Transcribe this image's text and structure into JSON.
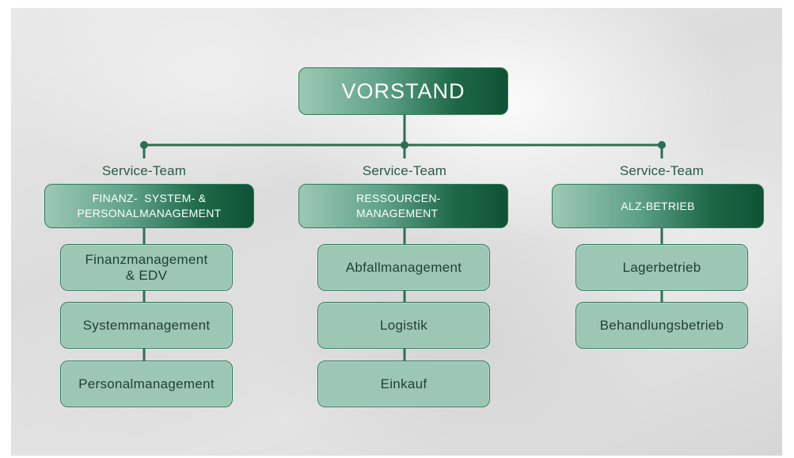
{
  "top": {
    "label": "VORSTAND"
  },
  "teams": [
    {
      "caption": "Service-Team",
      "title_line1": "FINANZ-  SYSTEM- &",
      "title_line2": "PERSONALMANAGEMENT",
      "units": [
        {
          "line1": "Finanzmanagement",
          "line2": "& EDV"
        },
        {
          "line1": "Systemmanagement"
        },
        {
          "line1": "Personalmanagement"
        }
      ]
    },
    {
      "caption": "Service-Team",
      "title_line1": "RESSOURCEN-",
      "title_line2": "MANAGEMENT",
      "units": [
        {
          "line1": "Abfallmanagement"
        },
        {
          "line1": "Logistik"
        },
        {
          "line1": "Einkauf"
        }
      ]
    },
    {
      "caption": "Service-Team",
      "title_line1": "ALZ-BETRIEB",
      "units": [
        {
          "line1": "Lagerbetrieb"
        },
        {
          "line1": "Behandlungsbetrieb"
        }
      ]
    }
  ],
  "colors": {
    "line": "#2f6e52",
    "box_fill": "#9dc7b5",
    "header_dark": "#0f5236",
    "header_light": "#9cc8b4"
  }
}
